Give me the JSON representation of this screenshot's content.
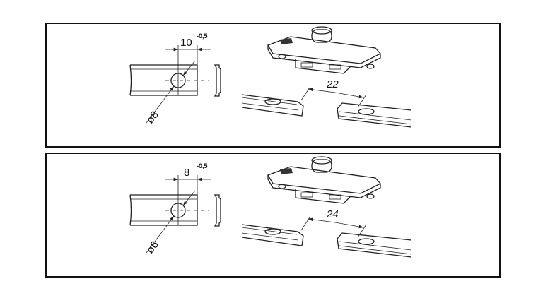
{
  "panels": [
    {
      "width_dim": "10",
      "tolerance": "-0,5",
      "hole_dia": "ø8",
      "gap_dim": "22"
    },
    {
      "width_dim": "8",
      "tolerance": "-0,5",
      "hole_dia": "ø6",
      "gap_dim": "24"
    }
  ]
}
